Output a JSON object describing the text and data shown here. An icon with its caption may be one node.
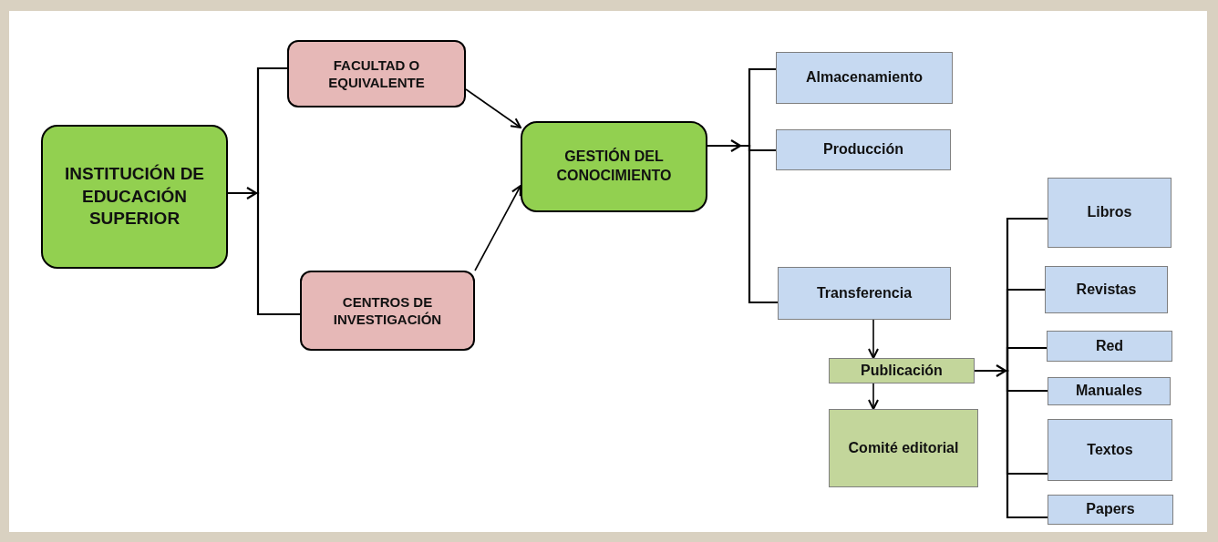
{
  "diagram": {
    "nodes": [
      {
        "text": [
          "INSTITUCIÓN DE EDUCACIÓN SUPERIOR"
        ]
      },
      {
        "text": [
          "FACULTAD O EQUIVALENTE"
        ]
      },
      {
        "text": [
          "CENTROS DE INVESTIGACIÓN"
        ]
      },
      {
        "text": [
          "GESTIÓN DEL CONOCIMIENTO"
        ]
      },
      {
        "text": [
          "Almacenamiento"
        ]
      },
      {
        "text": [
          "Producción"
        ]
      },
      {
        "text": [
          "Transferencia"
        ]
      },
      {
        "text": [
          "Publicación"
        ]
      },
      {
        "text": [
          "Comité editorial"
        ]
      },
      {
        "text": [
          "Libros"
        ]
      },
      {
        "text": [
          "Revistas"
        ]
      },
      {
        "text": [
          "Red"
        ]
      },
      {
        "text": [
          "Manuales"
        ]
      },
      {
        "text": [
          "Textos"
        ]
      },
      {
        "text": [
          "Papers"
        ]
      }
    ],
    "edges": [
      {
        "from": 0,
        "to": 1,
        "arrow": "to"
      },
      {
        "from": 0,
        "to": 2,
        "arrow": "to"
      },
      {
        "from": 1,
        "to": 3,
        "arrow": "to"
      },
      {
        "from": 2,
        "to": 3,
        "arrow": "to"
      },
      {
        "from": 3,
        "to": 4,
        "arrow": "to"
      },
      {
        "from": 3,
        "to": 5,
        "arrow": "to"
      },
      {
        "from": 3,
        "to": 6,
        "arrow": "to"
      },
      {
        "from": 6,
        "to": 7,
        "arrow": "to"
      },
      {
        "from": 7,
        "to": 8,
        "arrow": "to"
      },
      {
        "from": 7,
        "to": 9,
        "arrow": "to"
      },
      {
        "from": 7,
        "to": 10,
        "arrow": "to"
      },
      {
        "from": 7,
        "to": 11,
        "arrow": "to"
      },
      {
        "from": 7,
        "to": 12,
        "arrow": "to"
      },
      {
        "from": 7,
        "to": 13,
        "arrow": "to"
      },
      {
        "from": 7,
        "to": 14,
        "arrow": "to"
      }
    ]
  }
}
